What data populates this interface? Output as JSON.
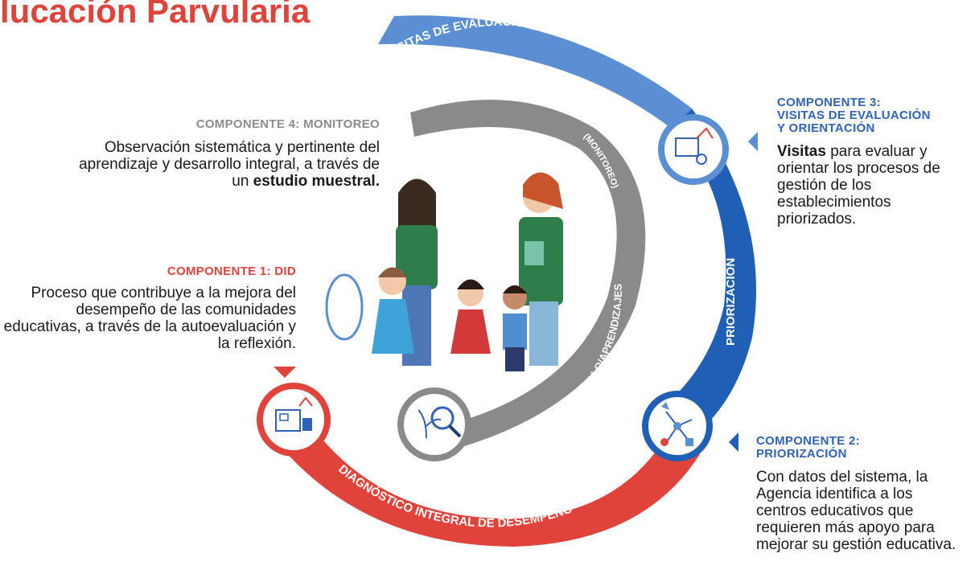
{
  "title": "lucación Parvularia",
  "ring_labels": {
    "visitas": "VISITAS DE EVALUACIÓN Y ORIENTACIÓN",
    "priorizacion": "PRIORIZACIÓN",
    "diagnostico": "DIAGNÓSTICO INTEGRAL DE DESEMPEÑO",
    "monitoreo": "(MONITOREO)",
    "evaluacion": "EVALUACIÓN Y DESARROLLO/APRENDIZAJES"
  },
  "components": {
    "c4": {
      "heading": "COMPONENTE 4: MONITOREO",
      "body_pre": "Observación sistemática y pertinente del aprendizaje y desarrollo integral, a través de un ",
      "body_bold": "estudio muestral."
    },
    "c1": {
      "heading": "COMPONENTE 1: DID",
      "body": "Proceso que contribuye a la mejora del desempeño de las comunidades educativas, a través de la autoevaluación y la reflexión."
    },
    "c3": {
      "heading_line1": "COMPONENTE 3:",
      "heading_line2": "VISITAS DE EVALUACIÓN",
      "heading_line3": "Y ORIENTACIÓN",
      "body_bold": "Visitas",
      "body_rest": " para evaluar y orientar los procesos de gestión de los establecimientos priorizados."
    },
    "c2": {
      "heading_line1": "COMPONENTE 2:",
      "heading_line2": "PRIORIZACIÓN",
      "body": "Con datos del sistema, la Agencia identifica a los centros educativos que requieren más apoyo para mejorar su gestión educativa."
    }
  },
  "colors": {
    "red": "#e0433a",
    "blue_light": "#5b8fd3",
    "blue_dark": "#1f5fb5",
    "gray": "#8a8a8a"
  },
  "icons": [
    "school-icon",
    "network-icon",
    "magnifier-plant-icon",
    "school-playground-icon"
  ]
}
